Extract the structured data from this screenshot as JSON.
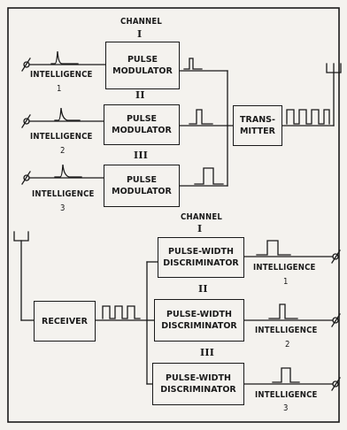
{
  "top": {
    "channel_label": "CHANNEL",
    "channel_numeral": "I",
    "modulators": [
      {
        "line1": "PULSE",
        "line2": "MODULATOR",
        "numeral": "",
        "intelligence": "INTELLIGENCE",
        "index": "1"
      },
      {
        "line1": "PULSE",
        "line2": "MODULATOR",
        "numeral": "II",
        "intelligence": "INTELLIGENCE",
        "index": "2"
      },
      {
        "line1": "PULSE",
        "line2": "MODULATOR",
        "numeral": "III",
        "intelligence": "INTELLIGENCE",
        "index": "3"
      }
    ],
    "transmitter": {
      "line1": "TRANS-",
      "line2": "MITTER"
    }
  },
  "bottom": {
    "channel_label": "CHANNEL",
    "channel_numeral": "I",
    "receiver": "RECEIVER",
    "discriminators": [
      {
        "line1": "PULSE-WIDTH",
        "line2": "DISCRIMINATOR",
        "numeral": "",
        "intelligence": "INTELLIGENCE",
        "index": "1"
      },
      {
        "line1": "PULSE-WIDTH",
        "line2": "DISCRIMINATOR",
        "numeral": "II",
        "intelligence": "INTELLIGENCE",
        "index": "2"
      },
      {
        "line1": "PULSE-WIDTH",
        "line2": "DISCRIMINATOR",
        "numeral": "III",
        "intelligence": "INTELLIGENCE",
        "index": "3"
      }
    ]
  }
}
